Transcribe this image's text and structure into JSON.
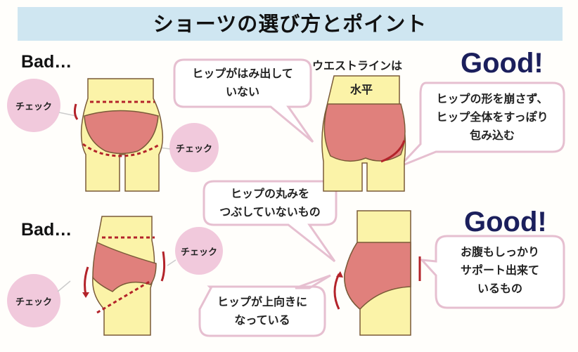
{
  "title": "ショーツの選び方とポイント",
  "top_row": {
    "bad_label": "Bad…",
    "good_label": "Good!",
    "check_labels": [
      "チェック",
      "チェック"
    ],
    "bubble_left": [
      "ヒップがはみ出して",
      "いない"
    ],
    "waistline_label": "ウエストラインは",
    "waistline_value": "水平",
    "bubble_right": [
      "ヒップの形を崩さず、",
      "ヒップ全体をすっぽり",
      "包み込む"
    ]
  },
  "bottom_row": {
    "bad_label": "Bad…",
    "good_label": "Good!",
    "check_labels": [
      "チェック",
      "チェック"
    ],
    "bubble_top": [
      "ヒップの丸みを",
      "つぶしていないもの"
    ],
    "bubble_bottom": [
      "ヒップが上向きに",
      "なっている"
    ],
    "bubble_right": [
      "お腹もしっかり",
      "サポート出来て",
      "いるもの"
    ]
  },
  "colors": {
    "banner": "#cfe6f1",
    "skin": "#fbf3a8",
    "shorts": "#e0807c",
    "mark": "#b3232a",
    "check_circle": "#f1c9dc",
    "good_text": "#1b1f5c"
  }
}
